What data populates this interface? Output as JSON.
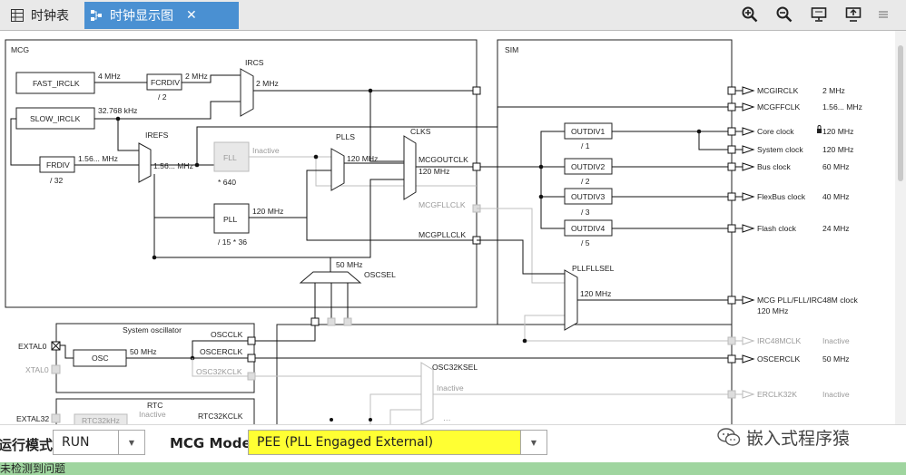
{
  "tabs": [
    {
      "label": "时钟表"
    },
    {
      "label": "时钟显示图"
    }
  ],
  "icons": {
    "tab_table": "table-icon",
    "tab_diagram": "diagram-icon",
    "close": "close-icon",
    "zoom_in": "zoom-in-icon",
    "zoom_out": "zoom-out-icon",
    "monitor": "monitor-icon",
    "export": "export-icon",
    "menu": "menu-icon"
  },
  "colors": {
    "active_tab": "#4a90d2",
    "mode_highlight": "#ffff33",
    "status_bar": "#9fd59f",
    "diagram_line": "#111111",
    "inactive_line": "#bfbfbf"
  },
  "diagram": {
    "blocks": {
      "mcg": "MCG",
      "sim": "SIM"
    },
    "mcg": {
      "fast_irclk": "FAST_IRCLK",
      "slow_irclk": "SLOW_IRCLK",
      "fast_freq": "4 MHz",
      "slow_freq": "32.768 kHz",
      "fcrdiv": "FCRDIV",
      "fcrdiv_div": "/ 2",
      "fcrdiv_out": "2 MHz",
      "ircs": "IRCS",
      "ircs_out": "2 MHz",
      "irefs": "IREFS",
      "frdiv": "FRDIV",
      "frdiv_div": "/ 32",
      "frdiv_in": "1.56... MHz",
      "irefs_out": "1.56... MHz",
      "fll": "FLL",
      "fll_state": "Inactive",
      "fll_mult": "* 640",
      "pll": "PLL",
      "pll_ratio": "/ 15 * 36",
      "pll_out": "120 MHz",
      "plls": "PLLS",
      "plls_out": "120 MHz",
      "clks": "CLKS",
      "mcgoutclk": "MCGOUTCLK",
      "mcgoutclk_freq": "120 MHz",
      "mcgfllclk": "MCGFLLCLK",
      "mcgpllclk": "MCGPLLCLK",
      "oscsel": "OSCSEL",
      "oscsel_freq": "50 MHz"
    },
    "sim": {
      "outdiv1": "OUTDIV1",
      "outdiv1_div": "/ 1",
      "outdiv2": "OUTDIV2",
      "outdiv2_div": "/ 2",
      "outdiv3": "OUTDIV3",
      "outdiv3_div": "/ 3",
      "outdiv4": "OUTDIV4",
      "outdiv4_div": "/ 5",
      "pllfllsel": "PLLFLLSEL",
      "pllfllsel_freq": "120 MHz",
      "osc32ksel": "OSC32KSEL",
      "osc32ksel_state": "Inactive"
    },
    "oscillator": {
      "title": "System oscillator",
      "osc": "OSC",
      "osc_freq": "50 MHz",
      "oscclk": "OSCCLK",
      "oscerclk": "OSCERCLK",
      "osc32kclk": "OSC32KCLK",
      "extal0": "EXTAL0",
      "xtal0": "XTAL0",
      "extal32": "EXTAL32"
    },
    "rtc": {
      "title": "RTC",
      "rtc32khz": "RTC32kHz",
      "state": "Inactive",
      "rtc32kclk": "RTC32KCLK"
    },
    "outputs": [
      {
        "name": "MCGIRCLK",
        "freq": "2 MHz"
      },
      {
        "name": "MCGFFCLK",
        "freq": "1.56... MHz"
      },
      {
        "name": "Core clock",
        "freq": "120 MHz"
      },
      {
        "name": "System clock",
        "freq": "120 MHz"
      },
      {
        "name": "Bus clock",
        "freq": "60 MHz"
      },
      {
        "name": "FlexBus clock",
        "freq": "40 MHz"
      },
      {
        "name": "Flash clock",
        "freq": "24 MHz"
      },
      {
        "name": "MCG PLL/FLL/IRC48M clock",
        "freq": "120 MHz"
      },
      {
        "name": "IRC48MCLK",
        "freq": "Inactive"
      },
      {
        "name": "OSCERCLK",
        "freq": "50 MHz"
      },
      {
        "name": "ERCLK32K",
        "freq": "Inactive"
      }
    ]
  },
  "bottom": {
    "run_mode_label": "运行模式",
    "run_mode_value": "RUN",
    "mcg_mode_label": "MCG Mode",
    "mcg_mode_value": "PEE (PLL Engaged External)"
  },
  "watermark": "嵌入式程序猿",
  "status": "未检测到问题"
}
